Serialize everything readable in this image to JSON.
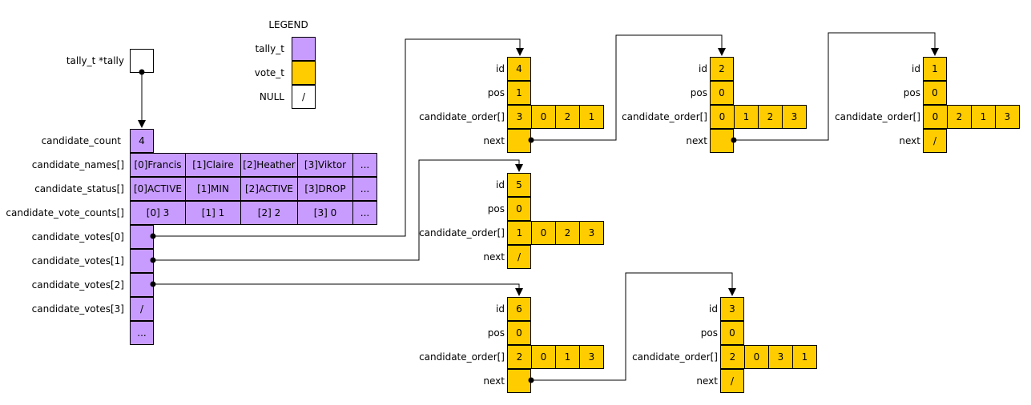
{
  "legend": {
    "title": "LEGEND",
    "items": [
      {
        "label": "tally_t",
        "value": "",
        "color": "#c89cff"
      },
      {
        "label": "vote_t",
        "value": "",
        "color": "#ffcc00"
      },
      {
        "label": "NULL",
        "value": "/",
        "color": "#ffffff"
      }
    ]
  },
  "pointer": {
    "label": "tally_t *tally"
  },
  "tally": {
    "labels": {
      "count": "candidate_count",
      "names": "candidate_names[]",
      "status": "candidate_status[]",
      "vote_counts": "candidate_vote_counts[]",
      "votes": [
        "candidate_votes[0]",
        "candidate_votes[1]",
        "candidate_votes[2]",
        "candidate_votes[3]"
      ]
    },
    "count": "4",
    "names": [
      "[0]Francis",
      "[1]Claire",
      "[2]Heather",
      "[3]Viktor",
      "..."
    ],
    "status": [
      "[0]ACTIVE",
      "[1]MIN",
      "[2]ACTIVE",
      "[3]DROP",
      "..."
    ],
    "vote_counts": [
      "[0] 3",
      "[1] 1",
      "[2] 2",
      "[3] 0",
      "..."
    ],
    "votes": [
      "",
      "",
      "",
      "/",
      "..."
    ]
  },
  "vote_labels": {
    "id": "id",
    "pos": "pos",
    "order": "candidate_order[]",
    "next": "next"
  },
  "votes": [
    {
      "id": "4",
      "pos": "1",
      "order": [
        "3",
        "0",
        "2",
        "1"
      ],
      "next": ""
    },
    {
      "id": "2",
      "pos": "0",
      "order": [
        "0",
        "1",
        "2",
        "3"
      ],
      "next": ""
    },
    {
      "id": "1",
      "pos": "0",
      "order": [
        "0",
        "2",
        "1",
        "3"
      ],
      "next": "/"
    },
    {
      "id": "5",
      "pos": "0",
      "order": [
        "1",
        "0",
        "2",
        "3"
      ],
      "next": "/"
    },
    {
      "id": "6",
      "pos": "0",
      "order": [
        "2",
        "0",
        "1",
        "3"
      ],
      "next": ""
    },
    {
      "id": "3",
      "pos": "0",
      "order": [
        "2",
        "0",
        "3",
        "1"
      ],
      "next": "/"
    }
  ]
}
